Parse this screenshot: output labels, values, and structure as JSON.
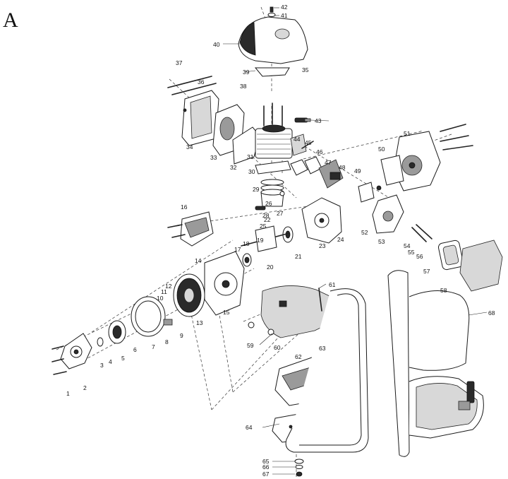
{
  "figure": {
    "panel_letter": "A",
    "part_numbers": [
      "1",
      "2",
      "3",
      "4",
      "5",
      "6",
      "7",
      "8",
      "9",
      "10",
      "11",
      "12",
      "13",
      "14",
      "15",
      "16",
      "17",
      "18",
      "19",
      "20",
      "21",
      "22",
      "23",
      "24",
      "25",
      "26",
      "27",
      "28",
      "29",
      "30",
      "31",
      "32",
      "33",
      "34",
      "35",
      "36",
      "37",
      "38",
      "39",
      "40",
      "41",
      "42",
      "43",
      "44",
      "45",
      "46",
      "47",
      "48",
      "49",
      "50",
      "51",
      "52",
      "53",
      "54",
      "55",
      "56",
      "57",
      "58",
      "59",
      "60",
      "61",
      "62",
      "63",
      "64",
      "65",
      "66",
      "67",
      "68"
    ]
  }
}
